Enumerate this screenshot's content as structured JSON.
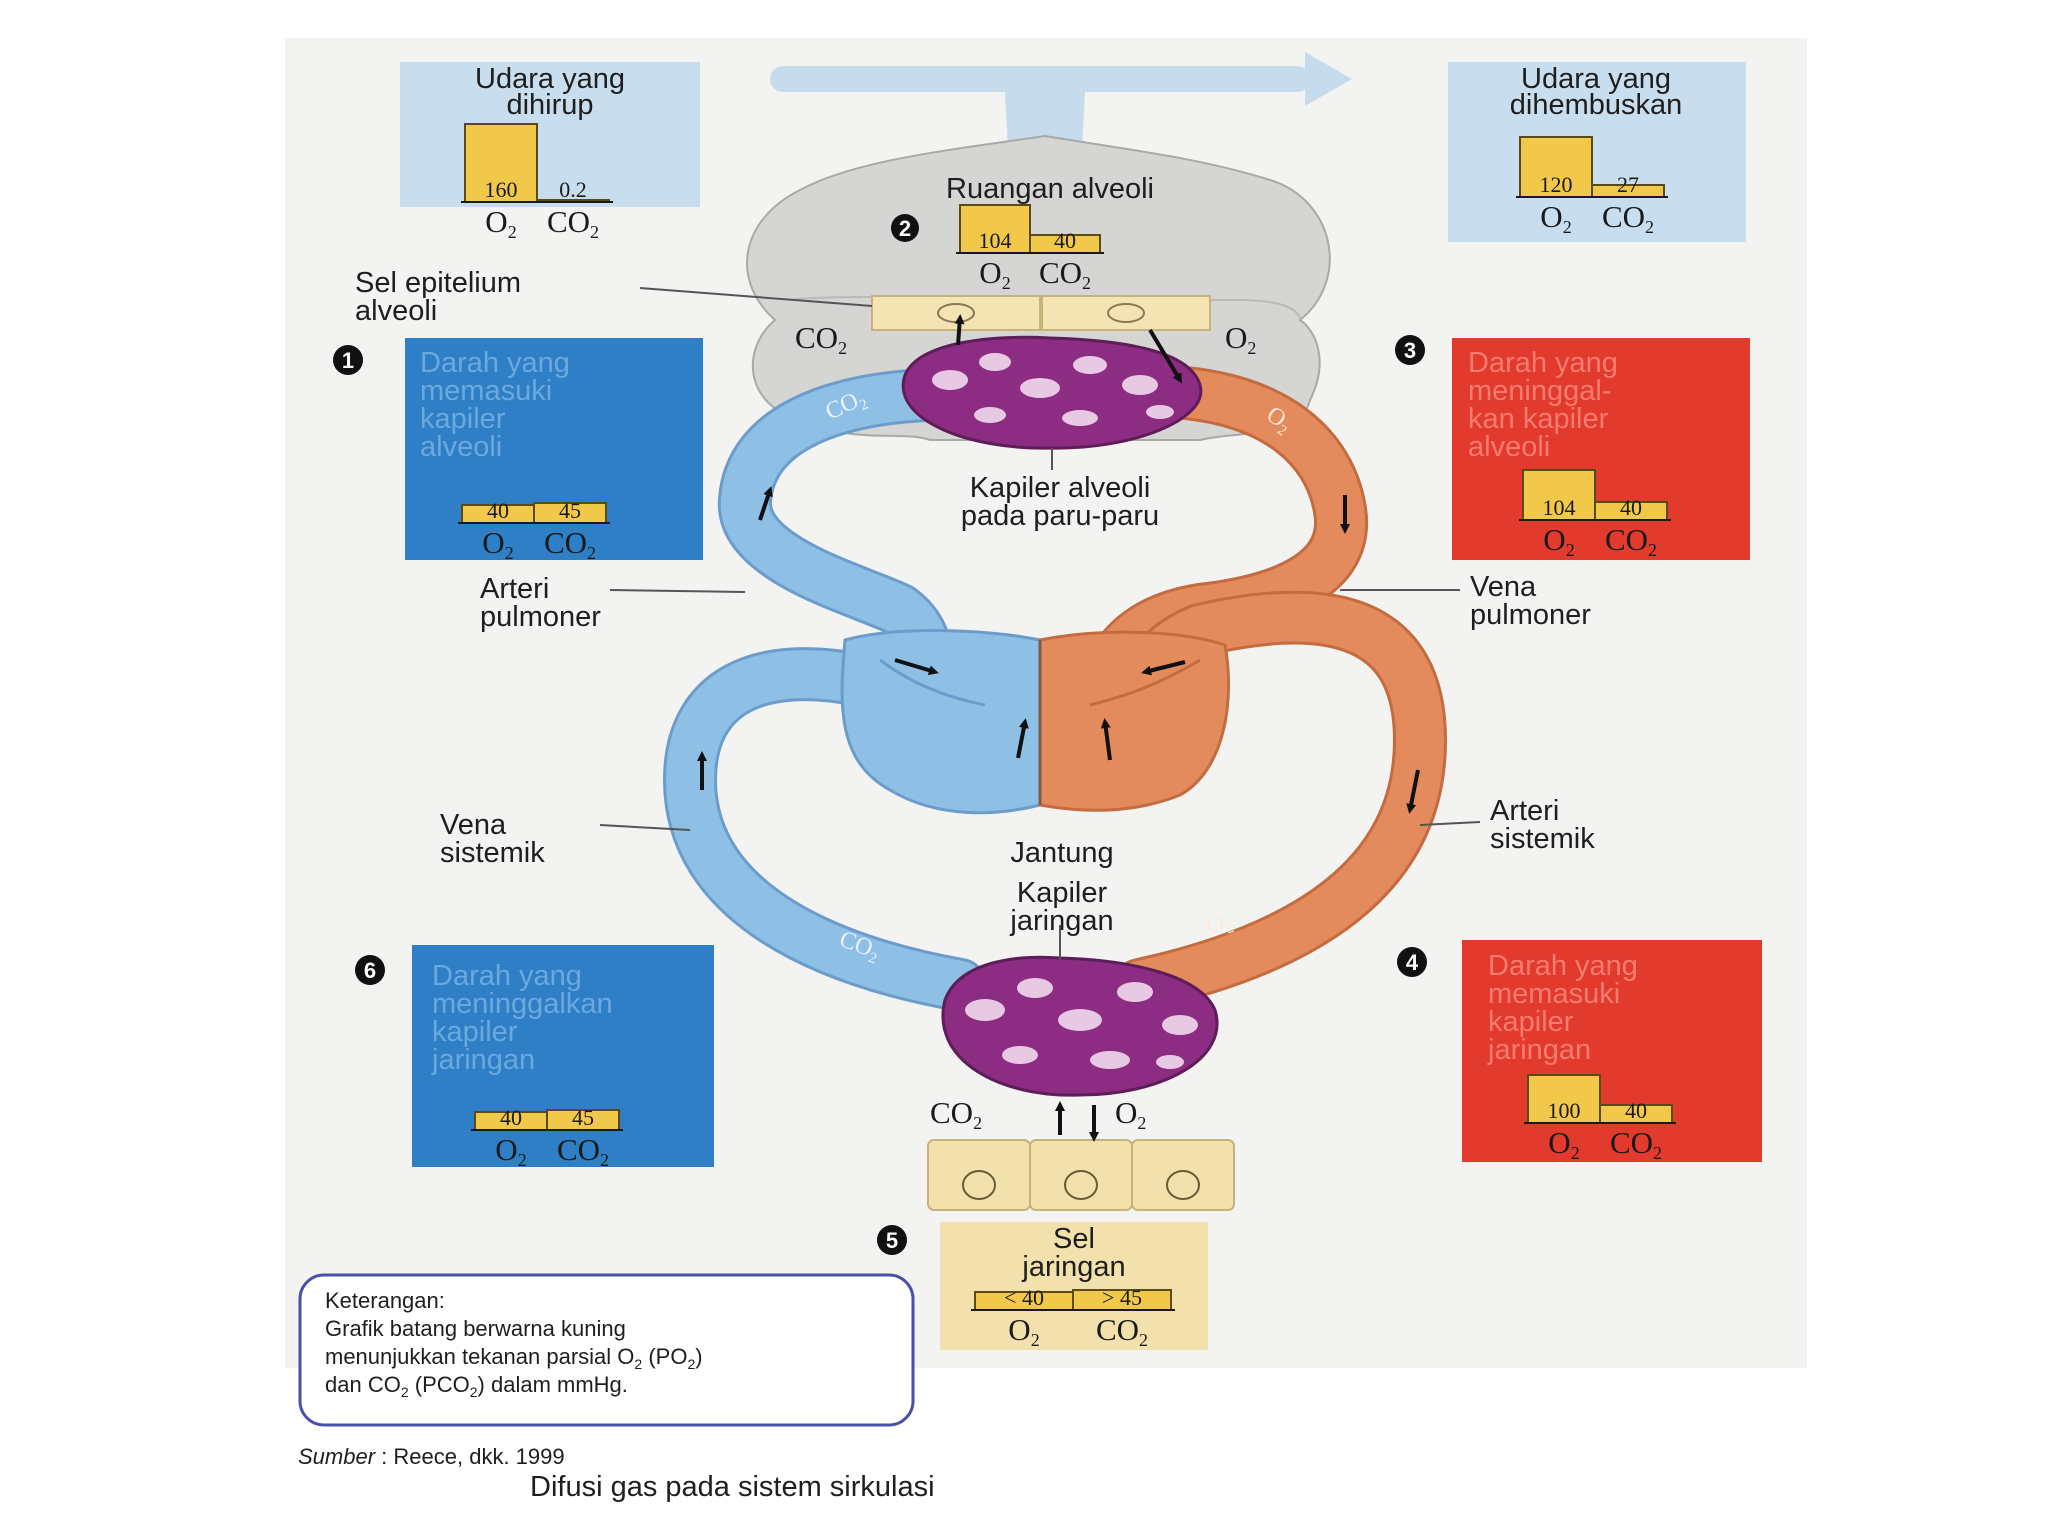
{
  "inhaled": {
    "title1": "Udara yang",
    "title2": "dihirup",
    "o2": "160",
    "co2": "0.2"
  },
  "exhaled": {
    "title1": "Udara yang",
    "title2": "dihembuskan",
    "o2": "120",
    "co2": "27"
  },
  "alveolar_space": {
    "step": "2",
    "title": "Ruangan  alveoli",
    "o2": "104",
    "co2": "40"
  },
  "epithelium": {
    "line1": "Sel epitelium",
    "line2": "alveoli"
  },
  "step1": {
    "step": "1",
    "lines": [
      "Darah yang",
      "memasuki",
      "kapiler",
      "alveoli"
    ],
    "o2": "40",
    "co2": "45"
  },
  "step3": {
    "step": "3",
    "lines": [
      "Darah yang",
      "meninggal-",
      "kan kapiler",
      "alveoli"
    ],
    "o2": "104",
    "co2": "40"
  },
  "step4": {
    "step": "4",
    "lines": [
      "Darah yang",
      "memasuki",
      "kapiler",
      "jaringan"
    ],
    "o2": "100",
    "co2": "40"
  },
  "step5": {
    "step": "5",
    "title1": "Sel",
    "title2": "jaringan",
    "o2": "< 40",
    "co2": "> 45"
  },
  "step6": {
    "step": "6",
    "lines": [
      "Darah yang",
      "meninggalkan",
      "kapiler",
      "jaringan"
    ],
    "o2": "40",
    "co2": "45"
  },
  "labels": {
    "kapiler_alveoli_1": "Kapiler alveoli",
    "kapiler_alveoli_2": "pada paru-paru",
    "arteri_pulmoner_1": "Arteri",
    "arteri_pulmoner_2": "pulmoner",
    "vena_pulmoner_1": "Vena",
    "vena_pulmoner_2": "pulmoner",
    "vena_sistemik_1": "Vena",
    "vena_sistemik_2": "sistemik",
    "arteri_sistemik_1": "Arteri",
    "arteri_sistemik_2": "sistemik",
    "jantung": "Jantung",
    "kapiler_jaringan_1": "Kapiler",
    "kapiler_jaringan_2": "jaringan"
  },
  "gases": {
    "o2": "O",
    "co2": "CO",
    "sub": "2"
  },
  "legend": {
    "line1": "Keterangan:",
    "line2": "Grafik batang berwarna kuning",
    "line3a": "menunjukkan tekanan parsial O",
    "line3b": "2",
    "line3c": " (PO",
    "line3d": "2",
    "line3e": ")",
    "line4a": "dan CO",
    "line4b": "2",
    "line4c": " (PCO",
    "line4d": "2",
    "line4e": ") dalam mmHg."
  },
  "source": {
    "label": "Sumber",
    "text": " : Reece, dkk. 1999"
  },
  "caption": "Difusi gas pada sistem sirkulasi",
  "colors": {
    "panel_bg": "#f3f3f1",
    "air_box": "#c8deef",
    "blue_box": "#2f7fc6",
    "red_box": "#e23a2c",
    "bar_yellow": "#f2c84b",
    "vein_blue": "#8ec0e6",
    "artery_orange": "#e48b5d",
    "capillary": "#8c2c82",
    "alveolus_gray": "#d4d4d2",
    "tissue": "#f3e1ad"
  }
}
